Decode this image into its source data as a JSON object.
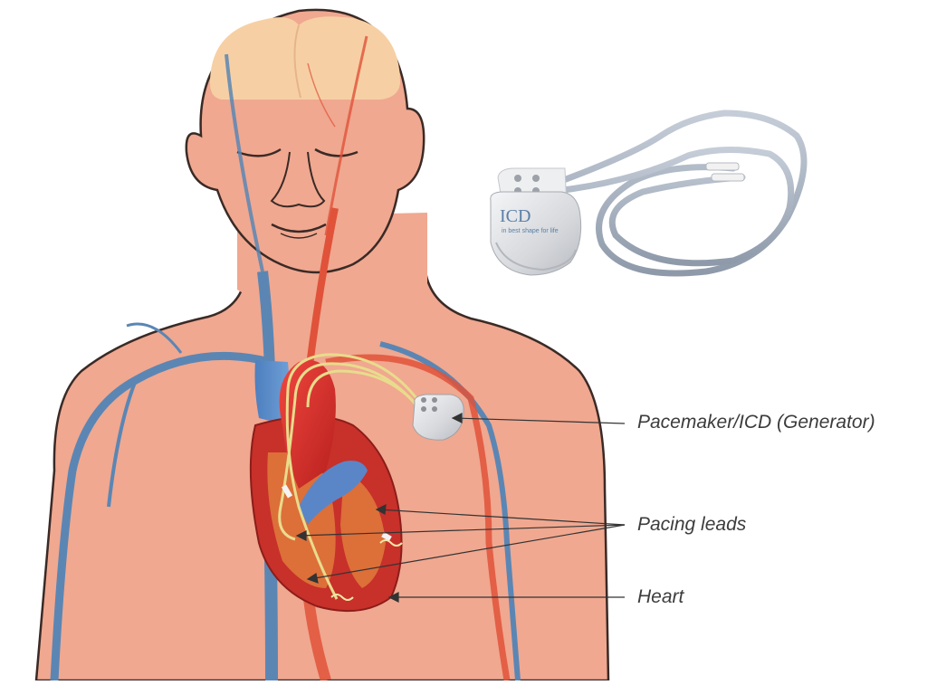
{
  "labels": {
    "generator": "Pacemaker/ICD (Generator)",
    "leads": "Pacing leads",
    "heart": "Heart"
  },
  "device": {
    "brand": "ICD",
    "tagline": "in best shape for life"
  },
  "colors": {
    "skin": "#f0a890",
    "skin_outline": "#3a2a26",
    "hair": "#f6d0a4",
    "vein": "#5b86b4",
    "artery": "#e0523a",
    "heart": "#c8302a",
    "lead": "#e8dc8c",
    "device": "#d9dadd"
  }
}
